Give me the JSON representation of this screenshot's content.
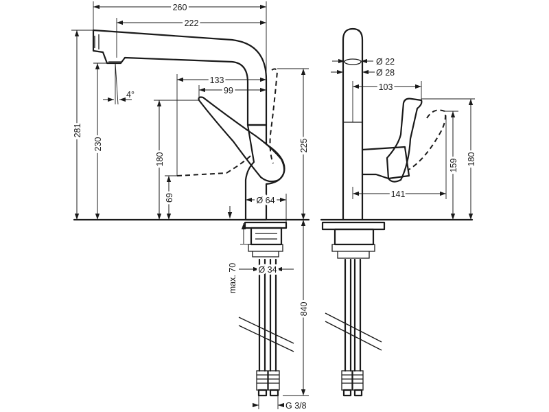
{
  "dimensions": {
    "width_260": "260",
    "width_222": "222",
    "width_133": "133",
    "width_99": "99",
    "height_281": "281",
    "height_230": "230",
    "height_180": "180",
    "height_69": "69",
    "height_225": "225",
    "angle_4": "4°",
    "dia_64": "Ø 64",
    "dia_34": "Ø 34",
    "max_70": "max. 70",
    "length_840": "840",
    "thread": "G 3/8",
    "dia_22": "Ø 22",
    "dia_28": "Ø 28",
    "width_103": "103",
    "width_141": "141",
    "height_159": "159",
    "height_180_side": "180"
  }
}
